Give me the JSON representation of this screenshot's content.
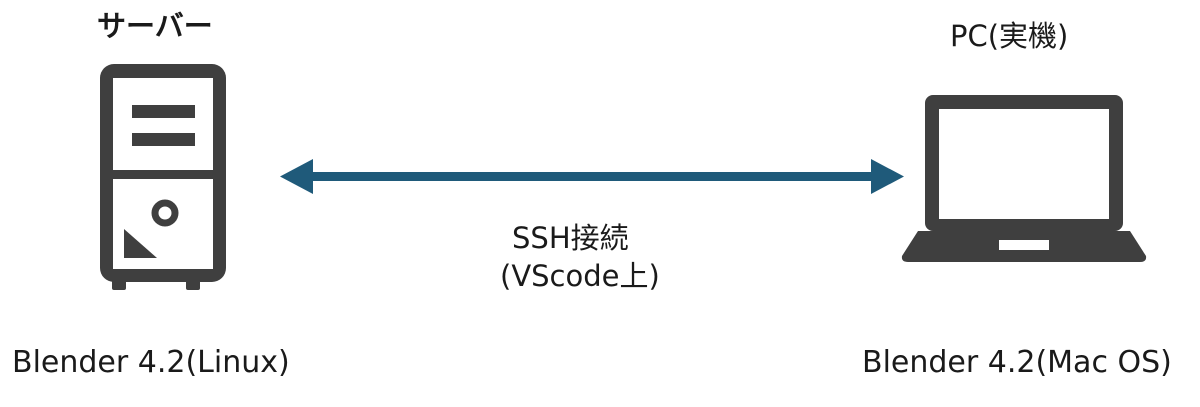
{
  "colors": {
    "icon": "#3f3f3f",
    "arrow": "#1f5a7a",
    "text": "#1a1a1a",
    "background": "#ffffff"
  },
  "server": {
    "title": "サーバー",
    "icon": "server-tower-icon",
    "caption": "Blender 4.2(Linux)"
  },
  "pc": {
    "title": "PC(実機)",
    "icon": "laptop-icon",
    "caption": "Blender 4.2(Mac OS)"
  },
  "connection": {
    "line1": "SSH接続",
    "line2": "(VScode上)",
    "icon": "double-arrow-icon"
  }
}
